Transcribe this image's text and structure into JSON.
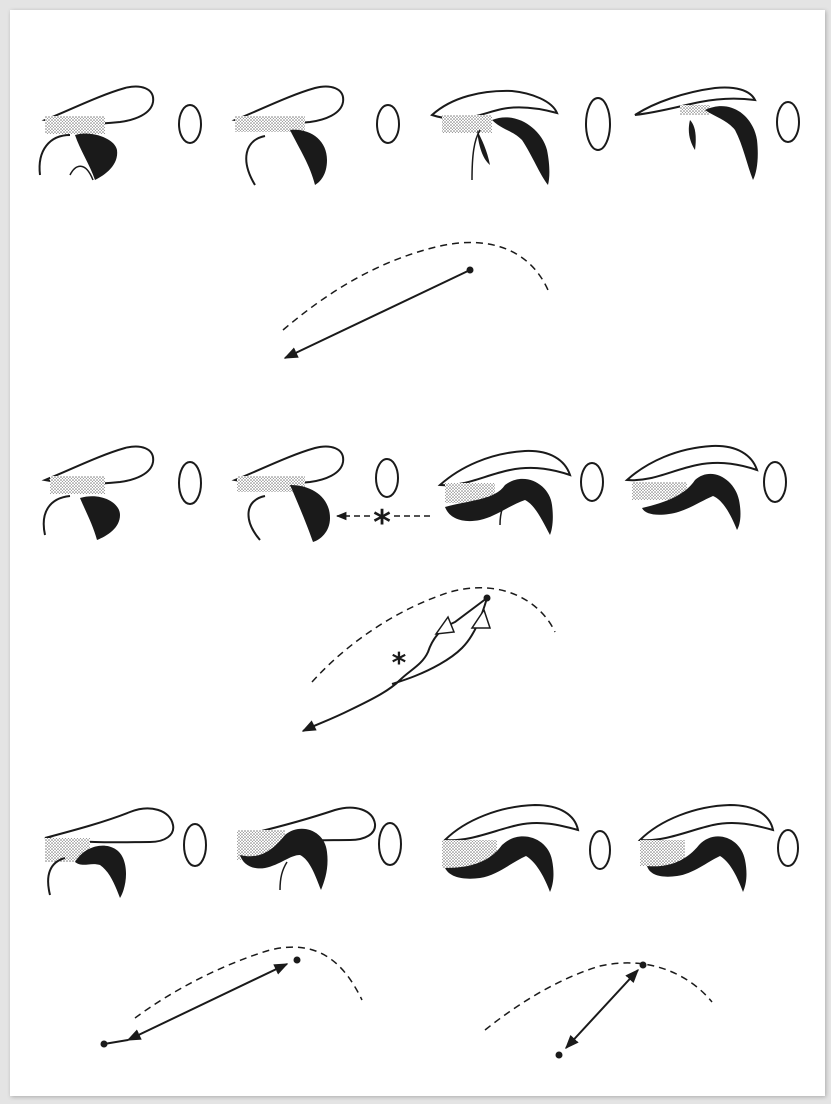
{
  "figure": {
    "background": "#ffffff",
    "frame": "#e4e4e4",
    "ink": "#1a1a1a",
    "stipple": "#9a9a9a"
  },
  "annotations": {
    "asterisk_marker": "*"
  },
  "rows": [
    {
      "row": 1,
      "frames": 4,
      "arrow": "single-long"
    },
    {
      "row": 2,
      "frames": 4,
      "arrow": "zigzag-with-asterisk"
    },
    {
      "row": 3,
      "frames": 4,
      "arrow": "double-two-arcs"
    }
  ]
}
